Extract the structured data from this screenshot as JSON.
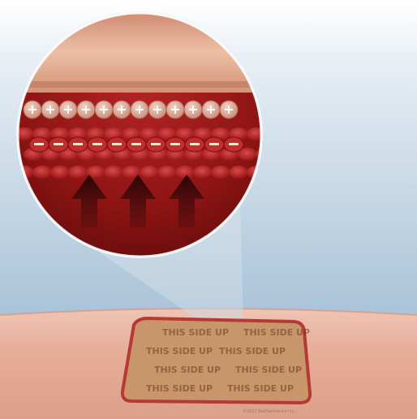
{
  "image": {
    "subject": "skin patch with magnified cross-section",
    "patch_label": "THIS SIDE UP",
    "credit_text": "©2017 BioElectronics Inc.",
    "charges": {
      "positive_symbol": "+",
      "negative_symbol": "−",
      "positive_count": 12,
      "negative_count": 11,
      "arrow_count": 3
    },
    "colors": {
      "background_blue": "#a9c3d8",
      "background_white": "#ffffff",
      "skin": "#e3a592",
      "skin_light": "#f0c4b3",
      "patch": "#c9956b",
      "patch_border": "#b53a36",
      "blood_red": "#9c1a1a",
      "arrow": "#3a0a0a",
      "top_layer": "#e9b39a"
    }
  }
}
